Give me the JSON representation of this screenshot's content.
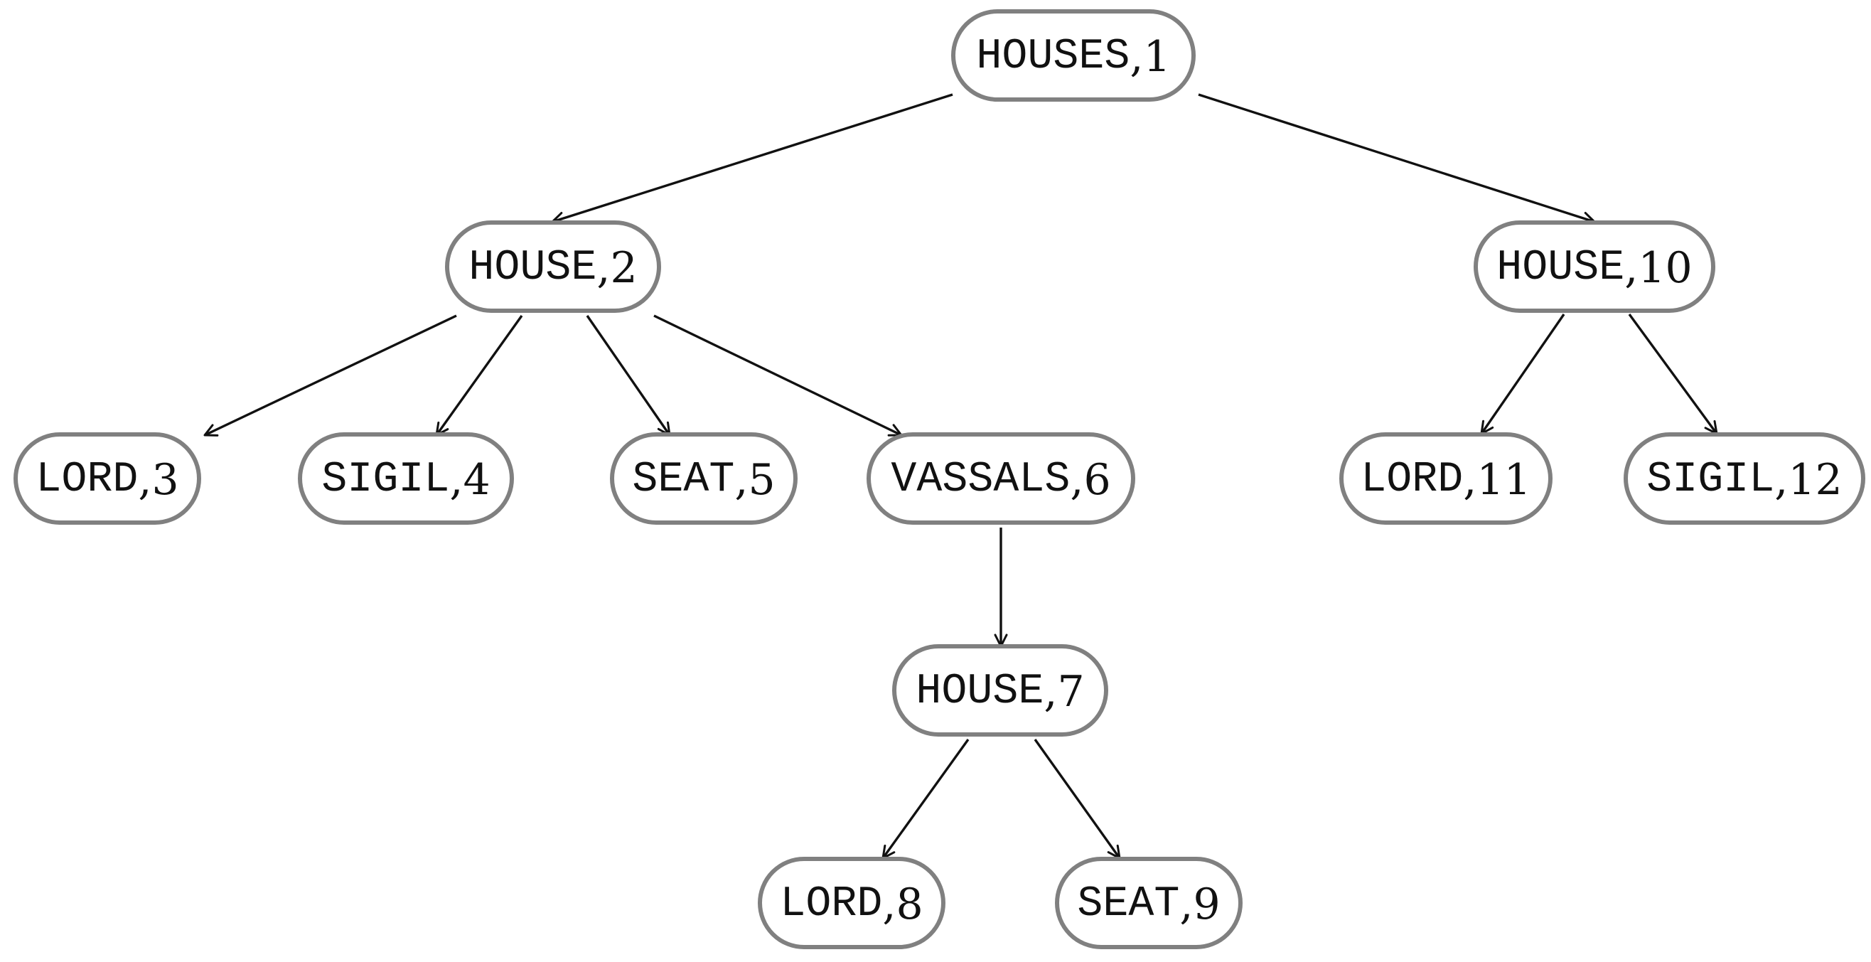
{
  "diagram": {
    "type": "tree",
    "nodes": [
      {
        "id": "n1",
        "tag": "HOUSES",
        "num": "1"
      },
      {
        "id": "n2",
        "tag": "HOUSE",
        "num": "2"
      },
      {
        "id": "n3",
        "tag": "LORD",
        "num": "3"
      },
      {
        "id": "n4",
        "tag": "SIGIL",
        "num": "4"
      },
      {
        "id": "n5",
        "tag": "SEAT",
        "num": "5"
      },
      {
        "id": "n6",
        "tag": "VASSALS",
        "num": "6"
      },
      {
        "id": "n7",
        "tag": "HOUSE",
        "num": "7"
      },
      {
        "id": "n8",
        "tag": "LORD",
        "num": "8"
      },
      {
        "id": "n9",
        "tag": "SEAT",
        "num": "9"
      },
      {
        "id": "n10",
        "tag": "HOUSE",
        "num": "10"
      },
      {
        "id": "n11",
        "tag": "LORD",
        "num": "11"
      },
      {
        "id": "n12",
        "tag": "SIGIL",
        "num": "12"
      }
    ],
    "edges": [
      {
        "from": "n1",
        "to": "n2"
      },
      {
        "from": "n1",
        "to": "n10"
      },
      {
        "from": "n2",
        "to": "n3"
      },
      {
        "from": "n2",
        "to": "n4"
      },
      {
        "from": "n2",
        "to": "n5"
      },
      {
        "from": "n2",
        "to": "n6"
      },
      {
        "from": "n6",
        "to": "n7"
      },
      {
        "from": "n7",
        "to": "n8"
      },
      {
        "from": "n7",
        "to": "n9"
      },
      {
        "from": "n10",
        "to": "n11"
      },
      {
        "from": "n10",
        "to": "n12"
      }
    ]
  },
  "colors": {
    "node_border": "#808080",
    "node_fill": "#ffffff",
    "edge": "#111111",
    "text": "#111111",
    "background": "#ffffff"
  }
}
